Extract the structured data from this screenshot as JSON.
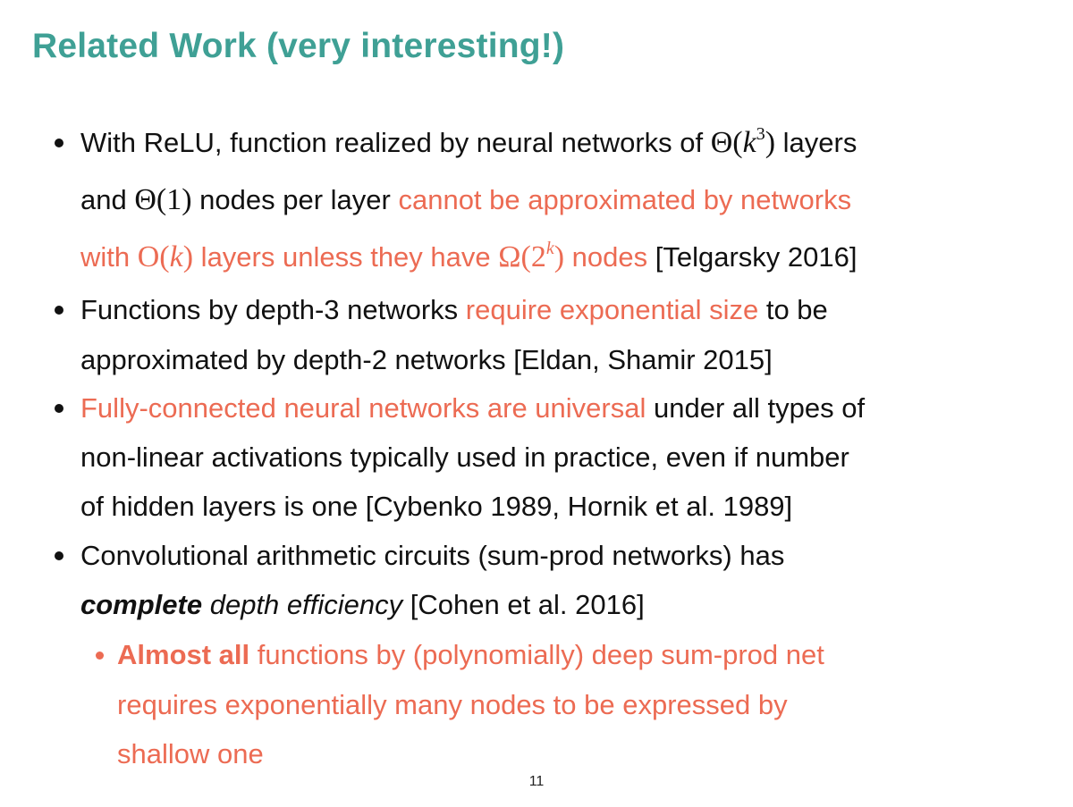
{
  "slide": {
    "title": "Related Work (very interesting!)",
    "page_number": "11",
    "accent_color": "#3fa095",
    "highlight_color": "#ec6b53"
  },
  "bullets": [
    {
      "l1": {
        "t1": "With ReLU, function realized by neural networks of ",
        "math": "Θ(",
        "var": "k",
        "sup": "3",
        "close": ")",
        "t2": " layers"
      },
      "l2": {
        "t1": "and ",
        "math": "Θ(1)",
        "t2": " nodes per layer ",
        "red": "cannot be approximated by networks"
      },
      "l3": {
        "red1": "with ",
        "math1": "O(",
        "var1": "k",
        "close1": ")",
        "red2": " layers unless they have ",
        "math2": "Ω(2",
        "sup2": "k",
        "close2": ")",
        "red3": " nodes",
        "t1": " [Telgarsky 2016]"
      }
    },
    {
      "l1": {
        "t1": "Functions by depth-3 networks ",
        "red": "require exponential size",
        "t2": " to be"
      },
      "l2": {
        "t1": "approximated by depth-2 networks [Eldan, Shamir 2015]"
      }
    },
    {
      "l1": {
        "red": "Fully-connected neural networks are universal",
        "t1": " under all types of"
      },
      "l2": {
        "t1": "non-linear activations typically used in practice, even if number"
      },
      "l3": {
        "t1": "of hidden layers is one [Cybenko 1989, Hornik et al. 1989]"
      }
    },
    {
      "l1": {
        "t1": "Convolutional arithmetic circuits (sum-prod networks) has"
      },
      "l2": {
        "bi": "complete",
        "it": " depth efficiency",
        "t1": " [Cohen et al. 2016]"
      },
      "sub": {
        "l1": {
          "b": "Almost all",
          "t1": " functions by (polynomially) deep sum-prod net"
        },
        "l2": {
          "t1": "requires exponentially many nodes to be expressed by"
        },
        "l3": {
          "t1": "shallow one"
        }
      }
    }
  ]
}
